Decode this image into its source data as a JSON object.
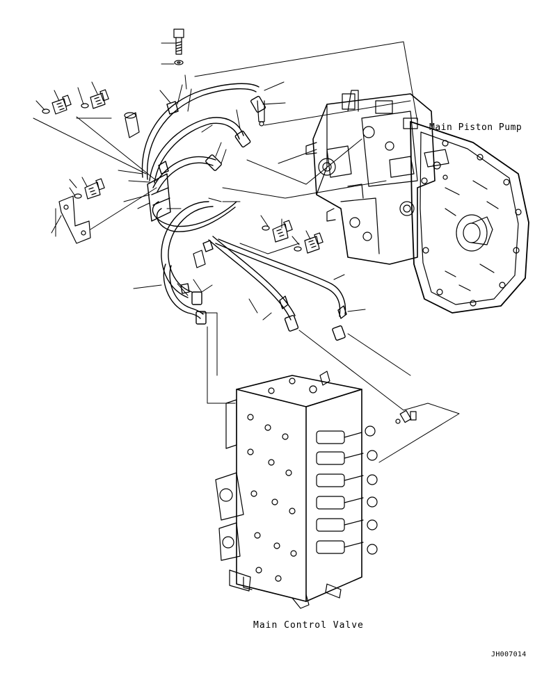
{
  "labels": {
    "main_piston_pump": "Main Piston Pump",
    "main_control_valve": "Main Control Valve",
    "drawing_id": "JH007014"
  },
  "colors": {
    "line": "#000000",
    "background": "#ffffff"
  }
}
